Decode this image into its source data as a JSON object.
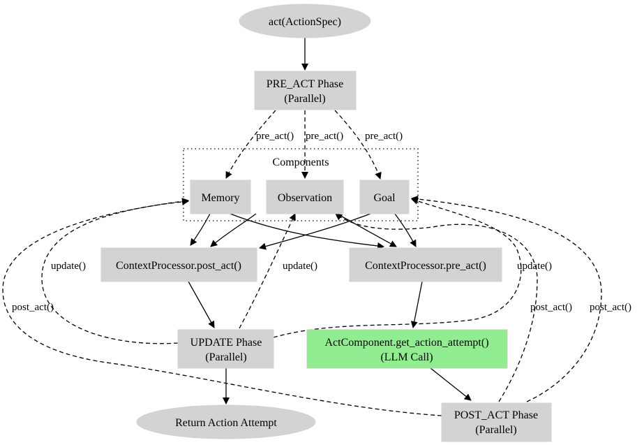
{
  "nodes": {
    "act": "act(ActionSpec)",
    "pre_act_phase": [
      "PRE_ACT Phase",
      "(Parallel)"
    ],
    "memory": "Memory",
    "observation": "Observation",
    "goal": "Goal",
    "cp_post_act": "ContextProcessor.post_act()",
    "cp_pre_act": "ContextProcessor.pre_act()",
    "update_phase": [
      "UPDATE Phase",
      "(Parallel)"
    ],
    "act_component": [
      "ActComponent.get_action_attempt()",
      "(LLM Call)"
    ],
    "return_attempt": "Return Action Attempt",
    "post_act_phase": [
      "POST_ACT Phase",
      "(Parallel)"
    ]
  },
  "cluster": {
    "label": "Components"
  },
  "edge_labels": {
    "pre_act_memory": "pre_act()",
    "pre_act_observation": "pre_act()",
    "pre_act_goal": "pre_act()",
    "update_memory": "update()",
    "update_observation": "update()",
    "update_goal": "update()",
    "post_act_memory": "post_act()",
    "post_act_observation": "post_act()",
    "post_act_goal": "post_act()"
  },
  "colors": {
    "node_fill": "#d3d3d3",
    "llm_node_fill": "#90ee90",
    "edge": "#000000"
  }
}
